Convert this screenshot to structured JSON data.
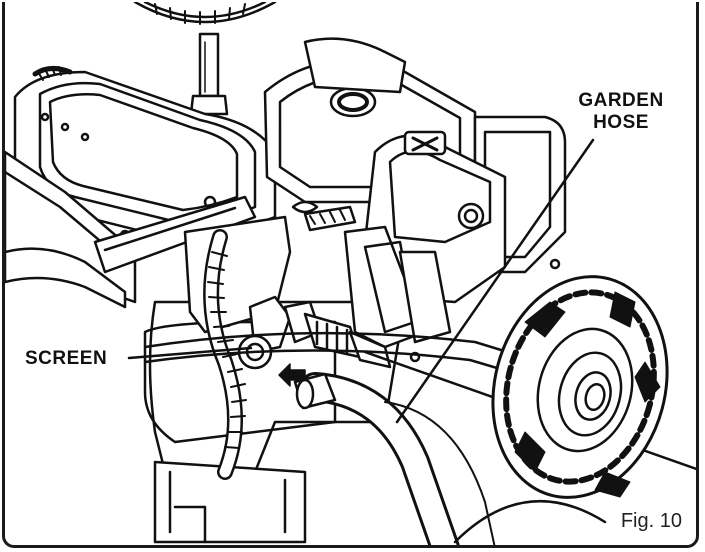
{
  "diagram": {
    "callouts": {
      "garden_hose_line1": "GARDEN",
      "garden_hose_line2": "HOSE",
      "screen": "SCREEN"
    },
    "figure_caption": "Fig. 10",
    "colors": {
      "ink": "#111111",
      "background": "#ffffff"
    },
    "icons": [
      "arrow-left-icon"
    ]
  }
}
